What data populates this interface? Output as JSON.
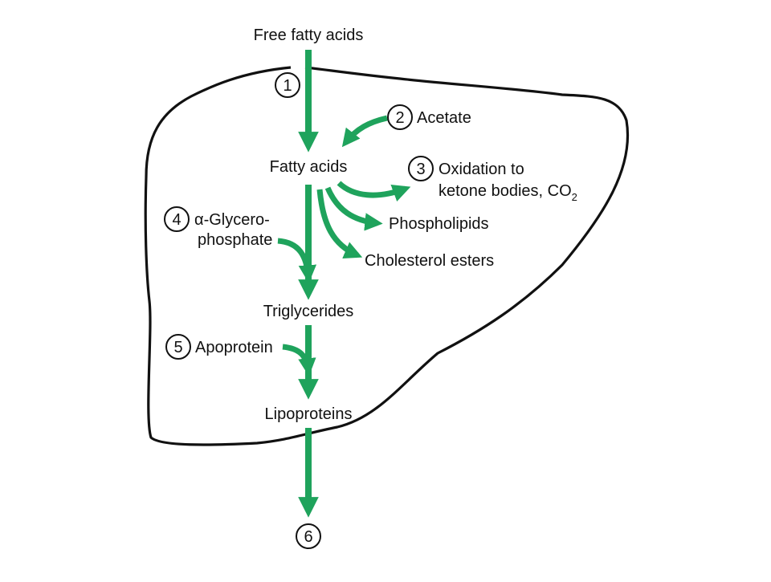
{
  "colors": {
    "arrow": "#1fa35c",
    "outline": "#111111",
    "text": "#111111",
    "background": "#ffffff"
  },
  "labels": {
    "free_fatty_acids": "Free fatty acids",
    "acetate": "Acetate",
    "fatty_acids": "Fatty acids",
    "oxidation_line1": "Oxidation to",
    "oxidation_line2": "ketone bodies, CO",
    "oxidation_subscript": "2",
    "alpha": "α",
    "glycero_line1": "-Glycero-",
    "glycero_line2": "phosphate",
    "phospholipids": "Phospholipids",
    "cholesterol_esters": "Cholesterol esters",
    "triglycerides": "Triglycerides",
    "apoprotein": "Apoprotein",
    "lipoproteins": "Lipoproteins"
  },
  "steps": [
    "1",
    "2",
    "3",
    "4",
    "5",
    "6"
  ]
}
